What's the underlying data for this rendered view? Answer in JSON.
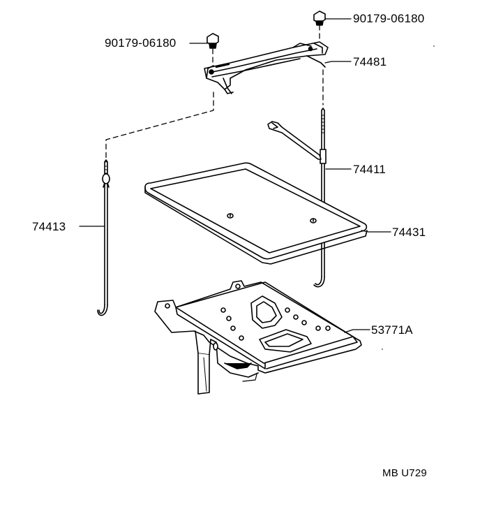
{
  "parts": {
    "nut_right": "90179-06180",
    "nut_left": "90179-06180",
    "clamp": "74481",
    "rod_right": "74411",
    "rod_left": "74413",
    "tray": "74431",
    "carrier": "53771A"
  },
  "diagram_code": "MB U729",
  "colors": {
    "ink": "#000000",
    "paper": "#ffffff"
  }
}
